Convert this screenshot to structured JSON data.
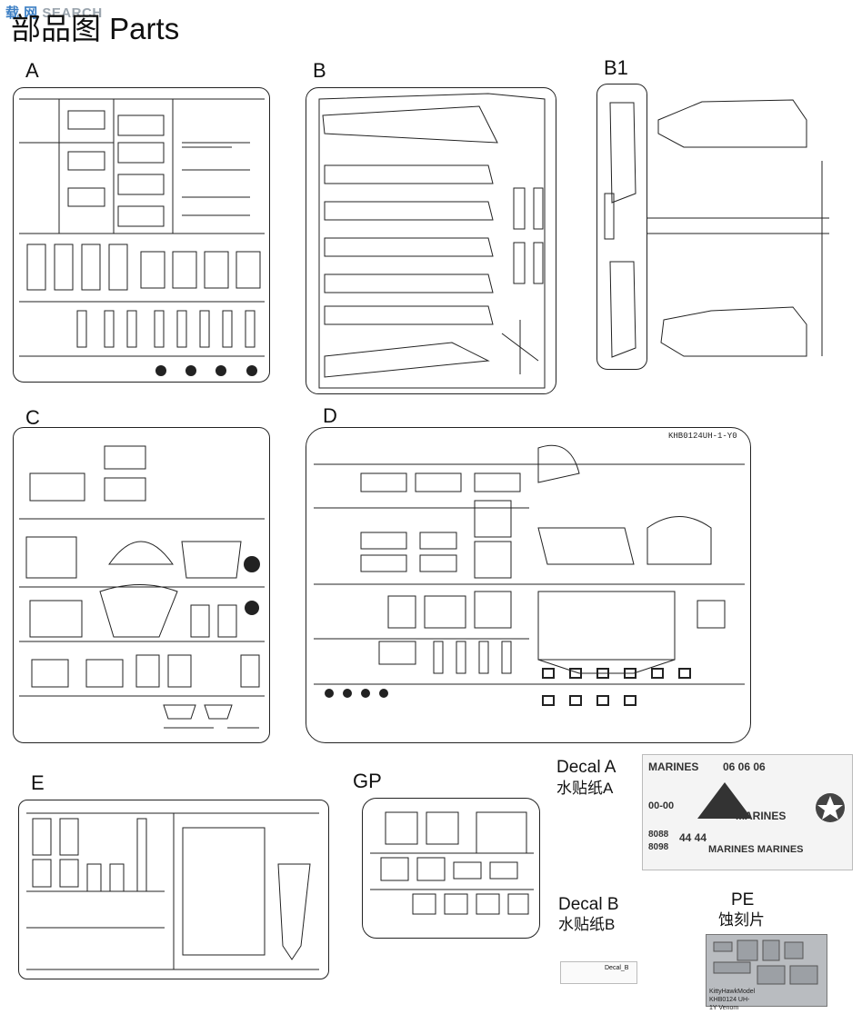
{
  "watermark": {
    "prefix": "载 网",
    "site": "SEARCH"
  },
  "page_title": "部品图 Parts",
  "sprues": [
    {
      "label": "A"
    },
    {
      "label": "B"
    },
    {
      "label": "B1"
    },
    {
      "label": "C"
    },
    {
      "label": "D",
      "code": "KHB0124UH-1-Y0"
    },
    {
      "label": "E"
    },
    {
      "label": "GP"
    }
  ],
  "decals": {
    "a": {
      "label": "Decal A",
      "sub": "水贴纸A",
      "sheet_text": {
        "marines_1": "MARINES",
        "serial_top": "06 06 06",
        "code_1": "00-00",
        "marines_2": "MARINES",
        "num_8088": "8088",
        "num_8098": "8098",
        "num_44": "44 44",
        "marines_3": "MARINES MARINES"
      }
    },
    "b": {
      "label": "Decal B",
      "sub": "水贴纸B",
      "sheet_text": "Decal_B"
    },
    "pe": {
      "label": "PE",
      "sub": "蚀刻片",
      "sheet_text": "KittyHawkModel KHB0124 UH-1Y Venom"
    }
  },
  "colors": {
    "line": "#222222",
    "watermark": "#3d7fc4",
    "pe_metal": "#b9bcc0"
  }
}
